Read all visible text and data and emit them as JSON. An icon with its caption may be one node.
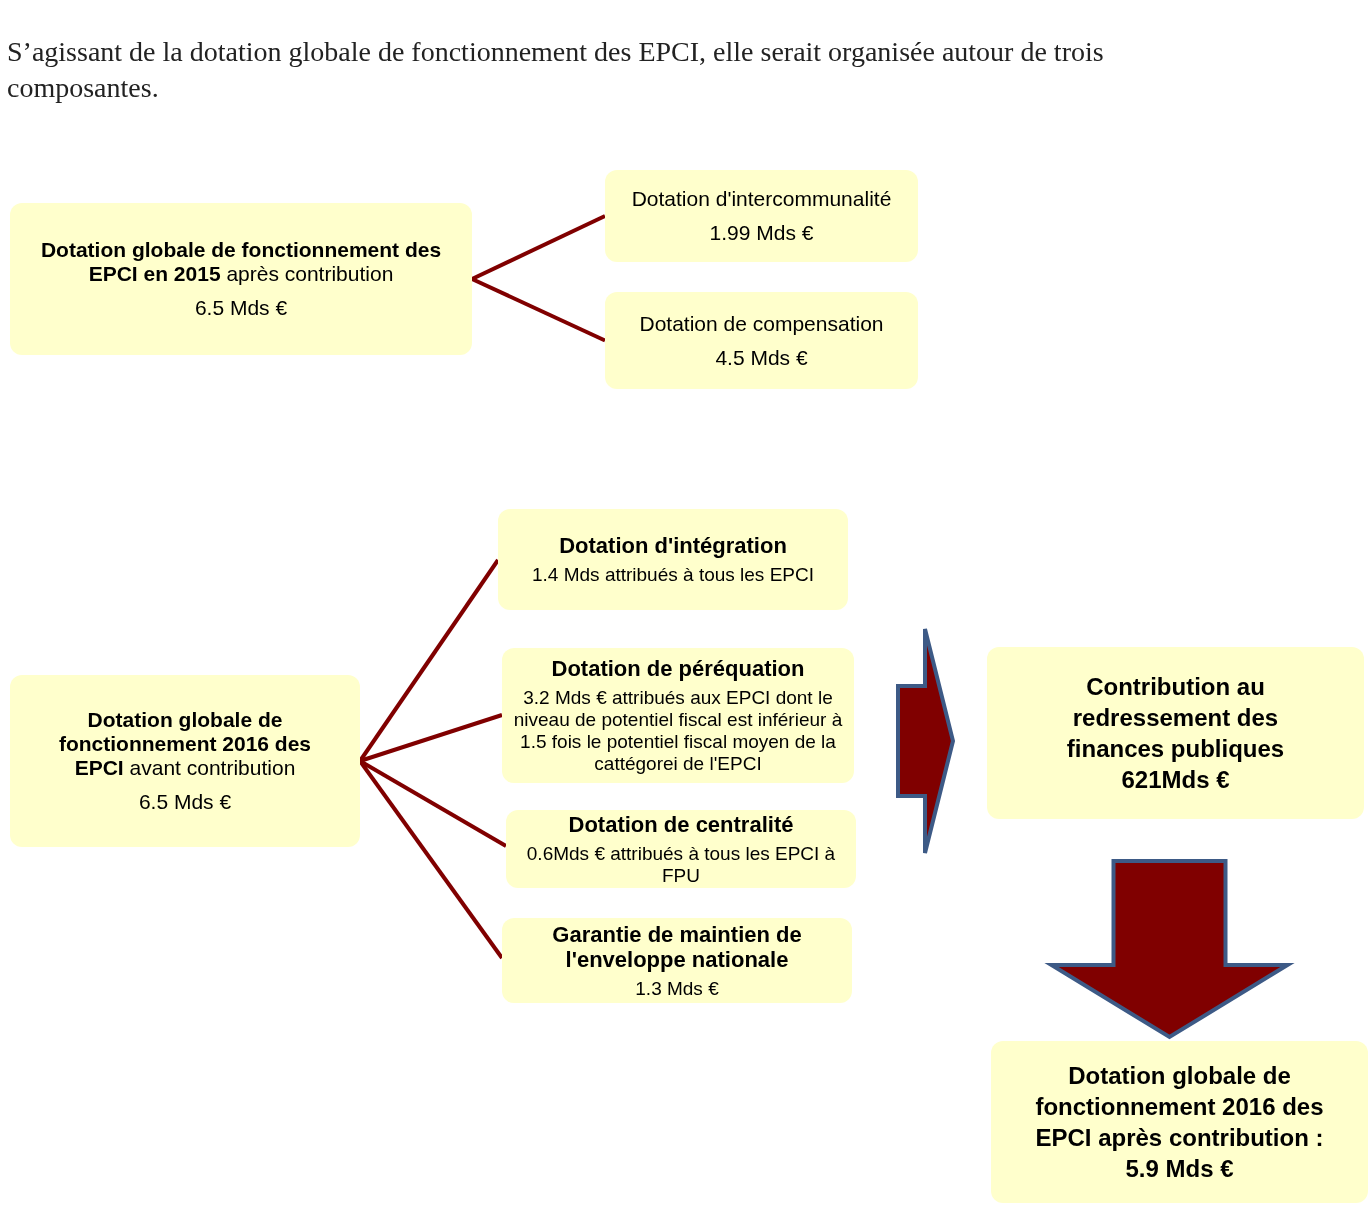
{
  "diagram": {
    "nodes": [
      {
        "text": [
          "**Dotation globale de fonctionnement des EPCI en 2015** après contribution",
          "6.5 Mds €"
        ]
      },
      {
        "text": [
          "Dotation d'intercommunalité",
          "1.99 Mds €"
        ]
      },
      {
        "text": [
          "Dotation de compensation",
          "4.5 Mds €"
        ]
      },
      {
        "text": [
          "**Dotation globale de fonctionnement 2016 des EPCI** avant contribution",
          "6.5 Mds €"
        ]
      },
      {
        "text": [
          "Dotation d'intégration",
          "1.4 Mds attribués à tous les EPCI"
        ]
      },
      {
        "text": [
          "Dotation de péréquation",
          "3.2 Mds € attribués aux EPCI dont le niveau de potentiel fiscal est inférieur à 1.5 fois le potentiel fiscal moyen de la cattégorei de l'EPCI"
        ]
      },
      {
        "text": [
          "Dotation de centralité",
          "0.6Mds € attribués à tous les EPCI à FPU"
        ]
      },
      {
        "text": [
          "Garantie de maintien de l'enveloppe nationale",
          "1.3 Mds €"
        ]
      },
      {
        "text": [
          "Contribution au redressement des finances publiques 621Mds €"
        ]
      },
      {
        "text": [
          "Dotation globale de fonctionnement 2016 des EPCI après contribution : 5.9 Mds €"
        ]
      }
    ],
    "edges": [
      {
        "from": 0,
        "to": 1,
        "arrow": "none"
      },
      {
        "from": 0,
        "to": 2,
        "arrow": "none"
      },
      {
        "from": 3,
        "to": 4,
        "arrow": "none"
      },
      {
        "from": 3,
        "to": 5,
        "arrow": "none"
      },
      {
        "from": 3,
        "to": 6,
        "arrow": "none"
      },
      {
        "from": 3,
        "to": 7,
        "arrow": "none"
      },
      {
        "from": null,
        "to": 8,
        "arrow": "to",
        "style": "thick"
      },
      {
        "from": 8,
        "to": 9,
        "arrow": "to",
        "style": "thick"
      }
    ],
    "labels": [
      "S’agissant de la dotation globale de fonctionnement des EPCI, elle serait organisée autour de trois composantes."
    ]
  }
}
